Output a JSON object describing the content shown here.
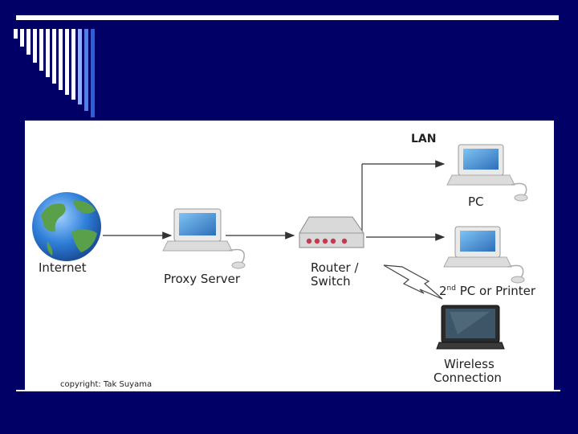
{
  "diagram": {
    "lan_label": "LAN",
    "nodes": {
      "internet": "Internet",
      "proxy": "Proxy Server",
      "router_line1": "Router /",
      "router_line2": "Switch",
      "pc": "PC",
      "pc2_prefix": "2",
      "pc2_sup": "nd",
      "pc2_rest": " PC or Printer",
      "wireless_line1": "Wireless",
      "wireless_line2": "Connection"
    },
    "copyright": "copyright: Tak Suyama"
  },
  "colors": {
    "background": "#000066",
    "accent": "#2a5fd6",
    "panel": "#ffffff"
  }
}
